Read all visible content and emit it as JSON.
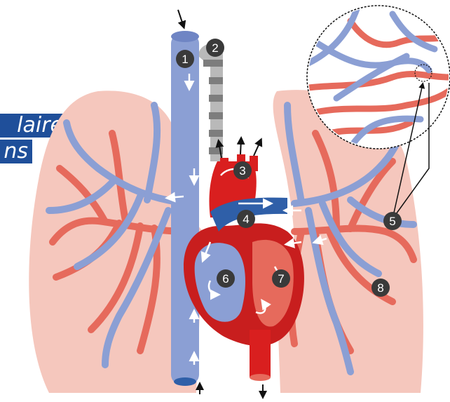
{
  "title": {
    "line1": "laire",
    "line2": "ns"
  },
  "markers": [
    "1",
    "2",
    "3",
    "4",
    "5",
    "6",
    "7",
    "8"
  ],
  "colors": {
    "vein": "#8b9fd4",
    "artery": "#e66a5c",
    "aorta": "#d91f1f",
    "pulmonary_trunk": "#2f5fa8",
    "lung": "#f5c7bd",
    "trachea": "#9a9a9a",
    "badge": "#3a3a3a",
    "banner": "#1f4f9a"
  },
  "icons": [
    "flow-arrow-icon",
    "magnifier-circle-icon"
  ]
}
